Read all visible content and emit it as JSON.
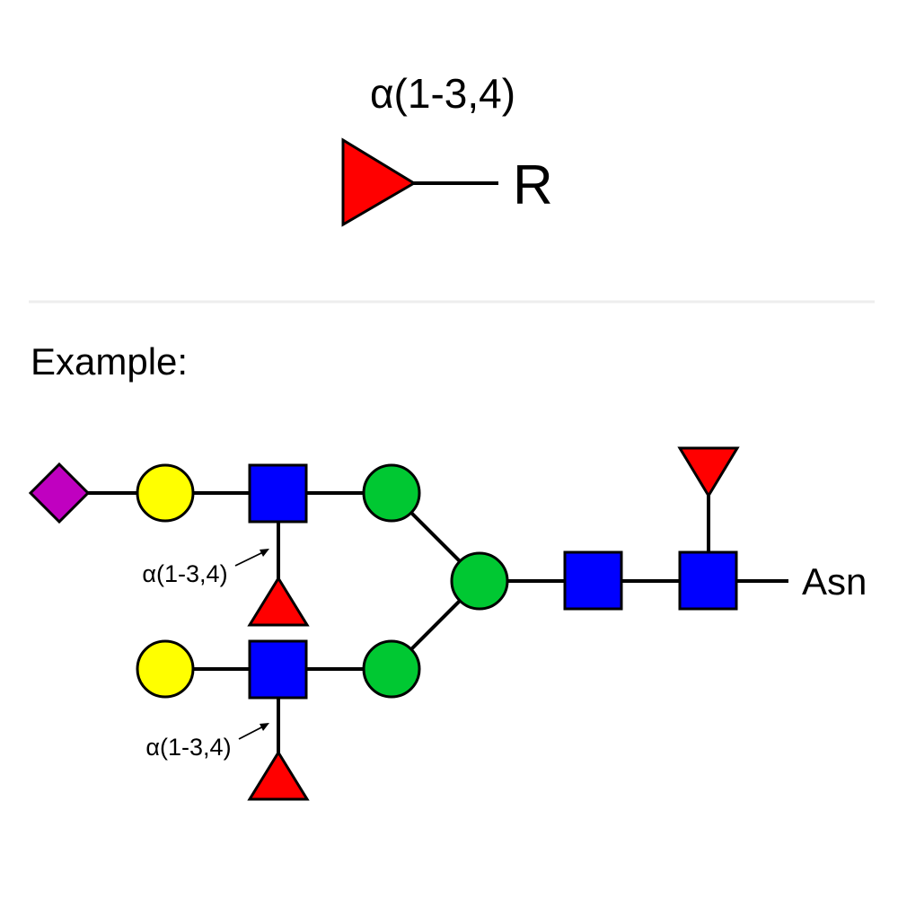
{
  "header": {
    "linkage_label": "α(1-3,4)",
    "reducing_end_label": "R"
  },
  "example": {
    "heading": "Example:",
    "upper_linkage_label": "α(1-3,4)",
    "lower_linkage_label": "α(1-3,4)",
    "reducing_end_label": "Asn"
  },
  "colors": {
    "fucose": "#ff0000",
    "glcnac": "#0000ff",
    "mannose": "#00c832",
    "galactose": "#ffff00",
    "sialic_acid": "#c000c0",
    "divider": "#eeeeee"
  },
  "symbols": {
    "fucose": "red-triangle-icon",
    "glcnac": "blue-square-icon",
    "mannose": "green-circle-icon",
    "galactose": "yellow-circle-icon",
    "sialic_acid": "purple-diamond-icon"
  }
}
